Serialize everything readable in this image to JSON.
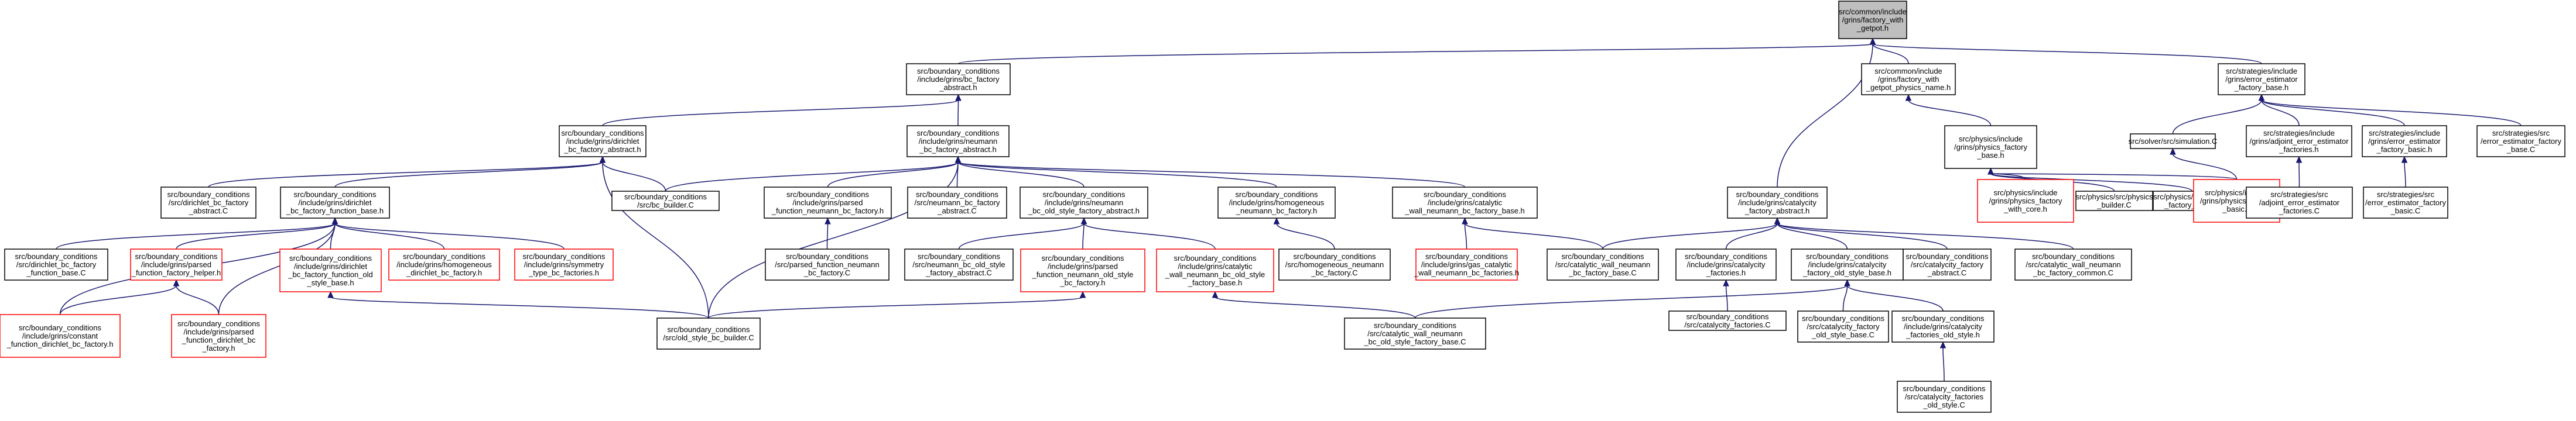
{
  "graph": {
    "nodes": {
      "n1": {
        "lines": [
          "src/common/include",
          "/grins/factory_with",
          "_getpot.h"
        ],
        "root": true
      },
      "n2": {
        "lines": [
          "src/boundary_conditions",
          "/include/grins/bc_factory",
          "_abstract.h"
        ]
      },
      "n3": {
        "lines": [
          "src/common/include",
          "/grins/factory_with",
          "_getpot_physics_name.h"
        ]
      },
      "n4": {
        "lines": [
          "src/strategies/include",
          "/grins/error_estimator",
          "_factory_base.h"
        ]
      },
      "n5": {
        "lines": [
          "src/boundary_conditions",
          "/include/grins/dirichlet",
          "_bc_factory_abstract.h"
        ]
      },
      "n6": {
        "lines": [
          "src/boundary_conditions",
          "/include/grins/neumann",
          "_bc_factory_abstract.h"
        ]
      },
      "n7": {
        "lines": [
          "src/boundary_conditions",
          "/include/grins/catalycity",
          "_factory_abstract.h"
        ]
      },
      "n8": {
        "lines": [
          "src/physics/include",
          "/grins/physics_factory",
          "_base.h"
        ]
      },
      "n9": {
        "lines": [
          "src/solver/src/simulation.C"
        ]
      },
      "n10": {
        "lines": [
          "src/strategies/include",
          "/grins/adjoint_error_estimator",
          "_factories.h"
        ]
      },
      "n11": {
        "lines": [
          "src/strategies/include",
          "/grins/error_estimator",
          "_factory_basic.h"
        ]
      },
      "n12": {
        "lines": [
          "src/strategies/src",
          "/error_estimator_factory",
          "_base.C"
        ]
      },
      "n13": {
        "lines": [
          "src/boundary_conditions",
          "/src/dirichlet_bc_factory",
          "_abstract.C"
        ]
      },
      "n14": {
        "lines": [
          "src/boundary_conditions",
          "/include/grins/dirichlet",
          "_bc_factory_function_base.h"
        ]
      },
      "n15": {
        "lines": [
          "src/boundary_conditions",
          "/src/bc_builder.C"
        ]
      },
      "n16": {
        "lines": [
          "src/boundary_conditions",
          "/include/grins/parsed",
          "_function_neumann_bc_factory.h"
        ]
      },
      "n17": {
        "lines": [
          "src/boundary_conditions",
          "/src/neumann_bc_factory",
          "_abstract.C"
        ]
      },
      "n18": {
        "lines": [
          "src/boundary_conditions",
          "/include/grins/neumann",
          "_bc_old_style_factory_abstract.h"
        ]
      },
      "n19": {
        "lines": [
          "src/boundary_conditions",
          "/include/grins/homogeneous",
          "_neumann_bc_factory.h"
        ]
      },
      "n20": {
        "lines": [
          "src/boundary_conditions",
          "/include/grins/catalytic",
          "_wall_neumann_bc_factory_base.h"
        ]
      },
      "n21": {
        "lines": [
          "src/boundary_conditions",
          "/include/grins/catalycity",
          "_factories.h"
        ]
      },
      "n22": {
        "lines": [
          "src/boundary_conditions",
          "/include/grins/catalycity",
          "_factory_old_style_base.h"
        ]
      },
      "n23": {
        "lines": [
          "src/boundary_conditions",
          "/src/catalycity_factory",
          "_abstract.C"
        ]
      },
      "n24": {
        "lines": [
          "src/boundary_conditions",
          "/src/catalytic_wall_neumann",
          "_bc_factory_common.C"
        ]
      },
      "n25": {
        "lines": [
          "src/physics/include",
          "/grins/physics_factory",
          "_with_core.h"
        ],
        "red": true
      },
      "n26": {
        "lines": [
          "src/physics/src/physics",
          "_builder.C"
        ]
      },
      "n27": {
        "lines": [
          "src/physics/src/physics",
          "_factory_base.C"
        ]
      },
      "n28": {
        "lines": [
          "src/physics/include",
          "/grins/physics_factory",
          "_basic.h"
        ],
        "red": true
      },
      "n29": {
        "lines": [
          "src/strategies/src",
          "/adjoint_error_estimator",
          "_factories.C"
        ]
      },
      "n30": {
        "lines": [
          "src/strategies/src",
          "/error_estimator_factory",
          "_basic.C"
        ]
      },
      "n31": {
        "lines": [
          "src/boundary_conditions",
          "/src/dirichlet_bc_factory",
          "_function_base.C"
        ]
      },
      "n32": {
        "lines": [
          "src/boundary_conditions",
          "/include/grins/parsed",
          "_function_factory_helper.h"
        ],
        "red": true
      },
      "n33": {
        "lines": [
          "src/boundary_conditions",
          "/include/grins/dirichlet",
          "_bc_factory_function_old",
          "_style_base.h"
        ],
        "red": true
      },
      "n34": {
        "lines": [
          "src/boundary_conditions",
          "/include/grins/homogeneous",
          "_dirichlet_bc_factory.h"
        ],
        "red": true
      },
      "n35": {
        "lines": [
          "src/boundary_conditions",
          "/include/grins/symmetry",
          "_type_bc_factories.h"
        ],
        "red": true
      },
      "n36": {
        "lines": [
          "src/boundary_conditions",
          "/src/parsed_function_neumann",
          "_bc_factory.C"
        ]
      },
      "n37": {
        "lines": [
          "src/boundary_conditions",
          "/src/neumann_bc_old_style",
          "_factory_abstract.C"
        ]
      },
      "n38": {
        "lines": [
          "src/boundary_conditions",
          "/include/grins/parsed",
          "_function_neumann_old_style",
          "_bc_factory.h"
        ],
        "red": true
      },
      "n39": {
        "lines": [
          "src/boundary_conditions",
          "/include/grins/catalytic",
          "_wall_neumann_bc_old_style",
          "_factory_base.h"
        ],
        "red": true
      },
      "n40": {
        "lines": [
          "src/boundary_conditions",
          "/src/homogeneous_neumann",
          "_bc_factory.C"
        ]
      },
      "n41": {
        "lines": [
          "src/boundary_conditions",
          "/include/grins/gas_catalytic",
          "_wall_neumann_bc_factories.h"
        ],
        "red": true
      },
      "n42": {
        "lines": [
          "src/boundary_conditions",
          "/src/catalytic_wall_neumann",
          "_bc_factory_base.C"
        ]
      },
      "n43": {
        "lines": [
          "src/boundary_conditions",
          "/src/catalycity_factories.C"
        ]
      },
      "n44": {
        "lines": [
          "src/boundary_conditions",
          "/src/catalycity_factory",
          "_old_style_base.C"
        ]
      },
      "n45": {
        "lines": [
          "src/boundary_conditions",
          "/include/grins/catalycity",
          "_factories_old_style.h"
        ]
      },
      "n46": {
        "lines": [
          "src/boundary_conditions",
          "/include/grins/constant",
          "_function_dirichlet_bc_factory.h"
        ],
        "red": true
      },
      "n47": {
        "lines": [
          "src/boundary_conditions",
          "/include/grins/parsed",
          "_function_dirichlet_bc",
          "_factory.h"
        ],
        "red": true
      },
      "n48": {
        "lines": [
          "src/boundary_conditions",
          "/src/old_style_bc_builder.C"
        ]
      },
      "n49": {
        "lines": [
          "src/boundary_conditions",
          "/src/catalytic_wall_neumann",
          "_bc_old_style_factory_base.C"
        ]
      },
      "n50": {
        "lines": [
          "src/boundary_conditions",
          "/src/catalycity_factories",
          "_old_style.C"
        ]
      }
    },
    "edges": [
      [
        "n2",
        "n1"
      ],
      [
        "n3",
        "n1"
      ],
      [
        "n4",
        "n1"
      ],
      [
        "n7",
        "n1"
      ],
      [
        "n5",
        "n2"
      ],
      [
        "n6",
        "n2"
      ],
      [
        "n8",
        "n3"
      ],
      [
        "n9",
        "n4"
      ],
      [
        "n10",
        "n4"
      ],
      [
        "n11",
        "n4"
      ],
      [
        "n12",
        "n4"
      ],
      [
        "n13",
        "n5"
      ],
      [
        "n14",
        "n5"
      ],
      [
        "n15",
        "n5"
      ],
      [
        "n48",
        "n5"
      ],
      [
        "n15",
        "n6"
      ],
      [
        "n16",
        "n6"
      ],
      [
        "n17",
        "n6"
      ],
      [
        "n18",
        "n6"
      ],
      [
        "n19",
        "n6"
      ],
      [
        "n20",
        "n6"
      ],
      [
        "n48",
        "n6"
      ],
      [
        "n21",
        "n7"
      ],
      [
        "n22",
        "n7"
      ],
      [
        "n23",
        "n7"
      ],
      [
        "n24",
        "n7"
      ],
      [
        "n42",
        "n7"
      ],
      [
        "n25",
        "n8"
      ],
      [
        "n26",
        "n8"
      ],
      [
        "n27",
        "n8"
      ],
      [
        "n28",
        "n8"
      ],
      [
        "n28",
        "n9"
      ],
      [
        "n29",
        "n10"
      ],
      [
        "n30",
        "n11"
      ],
      [
        "n31",
        "n14"
      ],
      [
        "n32",
        "n14"
      ],
      [
        "n33",
        "n14"
      ],
      [
        "n34",
        "n14"
      ],
      [
        "n35",
        "n14"
      ],
      [
        "n46",
        "n14"
      ],
      [
        "n47",
        "n14"
      ],
      [
        "n36",
        "n16"
      ],
      [
        "n37",
        "n18"
      ],
      [
        "n38",
        "n18"
      ],
      [
        "n39",
        "n18"
      ],
      [
        "n40",
        "n19"
      ],
      [
        "n41",
        "n20"
      ],
      [
        "n42",
        "n20"
      ],
      [
        "n43",
        "n21"
      ],
      [
        "n44",
        "n22"
      ],
      [
        "n45",
        "n22"
      ],
      [
        "n49",
        "n22"
      ],
      [
        "n46",
        "n32"
      ],
      [
        "n47",
        "n32"
      ],
      [
        "n48",
        "n33"
      ],
      [
        "n48",
        "n38"
      ],
      [
        "n49",
        "n39"
      ],
      [
        "n50",
        "n45"
      ]
    ]
  }
}
